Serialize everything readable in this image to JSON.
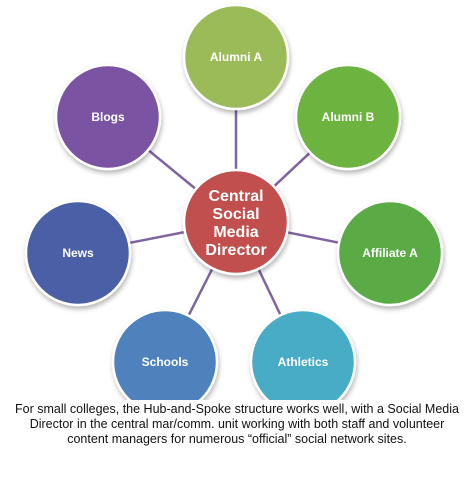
{
  "hub": {
    "lines": [
      "Central",
      "Social",
      "Media",
      "Director"
    ],
    "color": "#c0504d"
  },
  "spokes": [
    {
      "id": "alumni-a",
      "label": "Alumni A",
      "color": "#9bbb59"
    },
    {
      "id": "alumni-b",
      "label": "Alumni B",
      "color": "#6cb33f"
    },
    {
      "id": "affiliate-a",
      "label": "Affiliate A",
      "color": "#5aab45"
    },
    {
      "id": "athletics",
      "label": "Athletics",
      "color": "#4aacc6"
    },
    {
      "id": "schools",
      "label": "Schools",
      "color": "#4f81bd"
    },
    {
      "id": "news",
      "label": "News",
      "color": "#4b5fa6"
    },
    {
      "id": "blogs",
      "label": "Blogs",
      "color": "#7a52a3"
    }
  ],
  "connector_color": "#8064a2",
  "caption": "For small colleges, the Hub-and-Spoke structure works well, with a Social Media Director in the central mar/comm. unit working with both staff and volunteer content managers for numerous “official” social network sites."
}
